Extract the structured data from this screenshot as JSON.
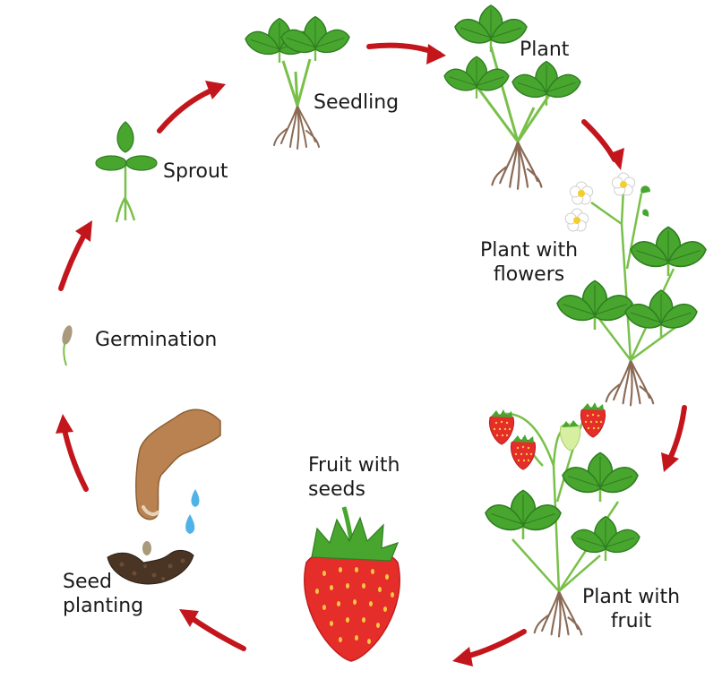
{
  "title": "",
  "stages": [
    {
      "id": "seedling",
      "label": "Seedling"
    },
    {
      "id": "plant",
      "label": "Plant"
    },
    {
      "id": "plant-with-flowers",
      "label": "Plant with\nflowers"
    },
    {
      "id": "plant-with-fruit",
      "label": "Plant with\nfruit"
    },
    {
      "id": "fruit-with-seeds",
      "label": "Fruit with\nseeds"
    },
    {
      "id": "seed-planting",
      "label": "Seed\nplanting"
    },
    {
      "id": "germination",
      "label": "Germination"
    },
    {
      "id": "sprout",
      "label": "Sprout"
    }
  ],
  "colors": {
    "arrow": "#c3161c",
    "leaf": "#48a62f",
    "leaf_dark": "#2f7d21",
    "stem": "#79c04a",
    "root": "#8a6a55",
    "berry": "#e52d2a",
    "berry_seed": "#f5c842",
    "berry_unripe": "#d6efa0",
    "flower_petal": "#ffffff",
    "flower_center": "#f2cf2e",
    "soil": "#4a3424",
    "hand": "#b98250",
    "water": "#4fb3e8",
    "seed": "#a89a7a"
  },
  "icons": [
    "red-arrow-icon",
    "leaf-icon",
    "root-icon",
    "flower-icon",
    "strawberry-icon",
    "hand-icon",
    "water-drop-icon",
    "soil-icon",
    "seed-icon"
  ]
}
